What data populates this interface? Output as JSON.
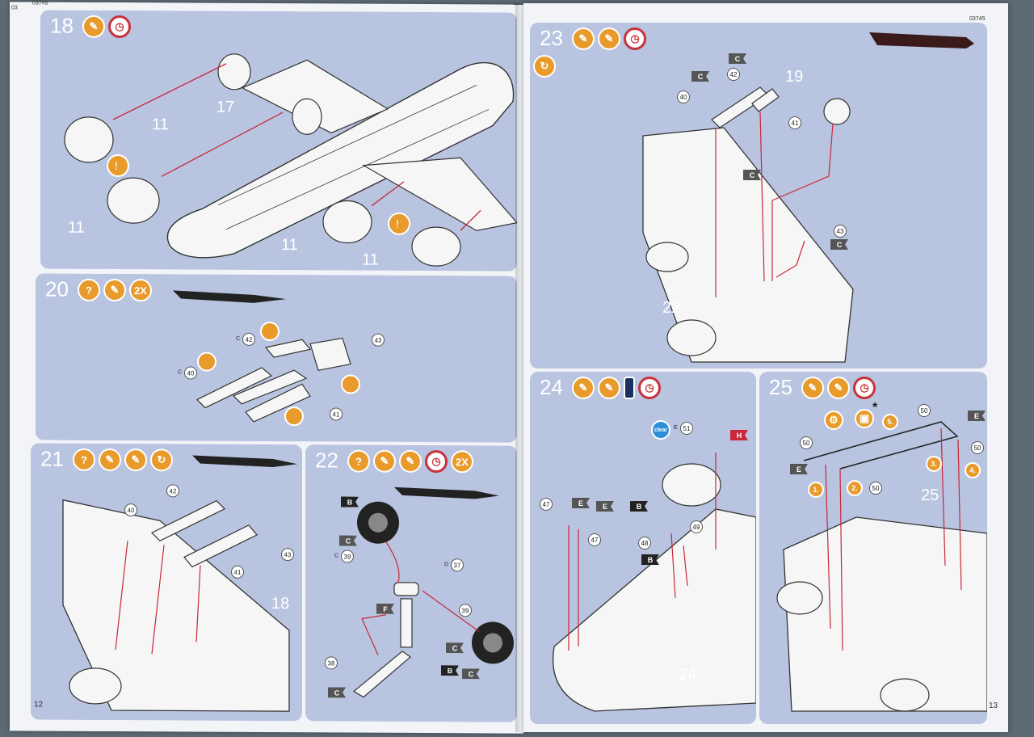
{
  "left_page": {
    "corner_code": "03",
    "header_code": "03745",
    "page_number": "12"
  },
  "right_page": {
    "header_code": "03745",
    "page_number": "13"
  },
  "steps": {
    "s18": {
      "number": "18",
      "labels": {
        "a": "17",
        "b": "11",
        "c": "11",
        "d": "11",
        "e": "11"
      }
    },
    "s20": {
      "number": "20",
      "icon_text": "2X",
      "parts": {
        "p42": "42",
        "p43": "43",
        "p40": "40",
        "p41": "41"
      }
    },
    "s21": {
      "number": "21",
      "label": "18",
      "parts": {
        "p42": "42",
        "p40": "40",
        "p43": "43",
        "p41": "41"
      }
    },
    "s22": {
      "number": "22",
      "icon_text": "2X",
      "parts": {
        "p37": "37",
        "p39a": "39",
        "p39b": "39",
        "p38": "38"
      },
      "prefix_d": "D"
    },
    "s23": {
      "number": "23",
      "label_a": "19",
      "label_b": "22",
      "parts": {
        "p42": "42",
        "p40": "40",
        "p41": "41",
        "p43": "43"
      }
    },
    "s24": {
      "number": "24",
      "label": "24",
      "clear_text": "clear",
      "parts": {
        "p51": "51",
        "p47a": "47",
        "p47b": "47",
        "p48": "48",
        "p49": "49"
      },
      "prefix_e": "E"
    },
    "s25": {
      "number": "25",
      "label": "25",
      "parts": {
        "p50a": "50",
        "p50b": "50",
        "p50c": "50",
        "p50d": "50"
      },
      "orders": [
        "1.",
        "2.",
        "3.",
        "4.",
        "5."
      ],
      "asterisk": "*"
    }
  },
  "sprue_prefix": "C",
  "icon_question": "?",
  "icon_exclaim": "!",
  "flags": {
    "B": "B",
    "C": "C",
    "E": "E",
    "F": "F",
    "H": "H"
  },
  "colors": {
    "panel": "#b8c4e0",
    "accent_orange": "#e89a2a",
    "red_arrow": "#c8283a",
    "page": "#f3f4f8"
  }
}
